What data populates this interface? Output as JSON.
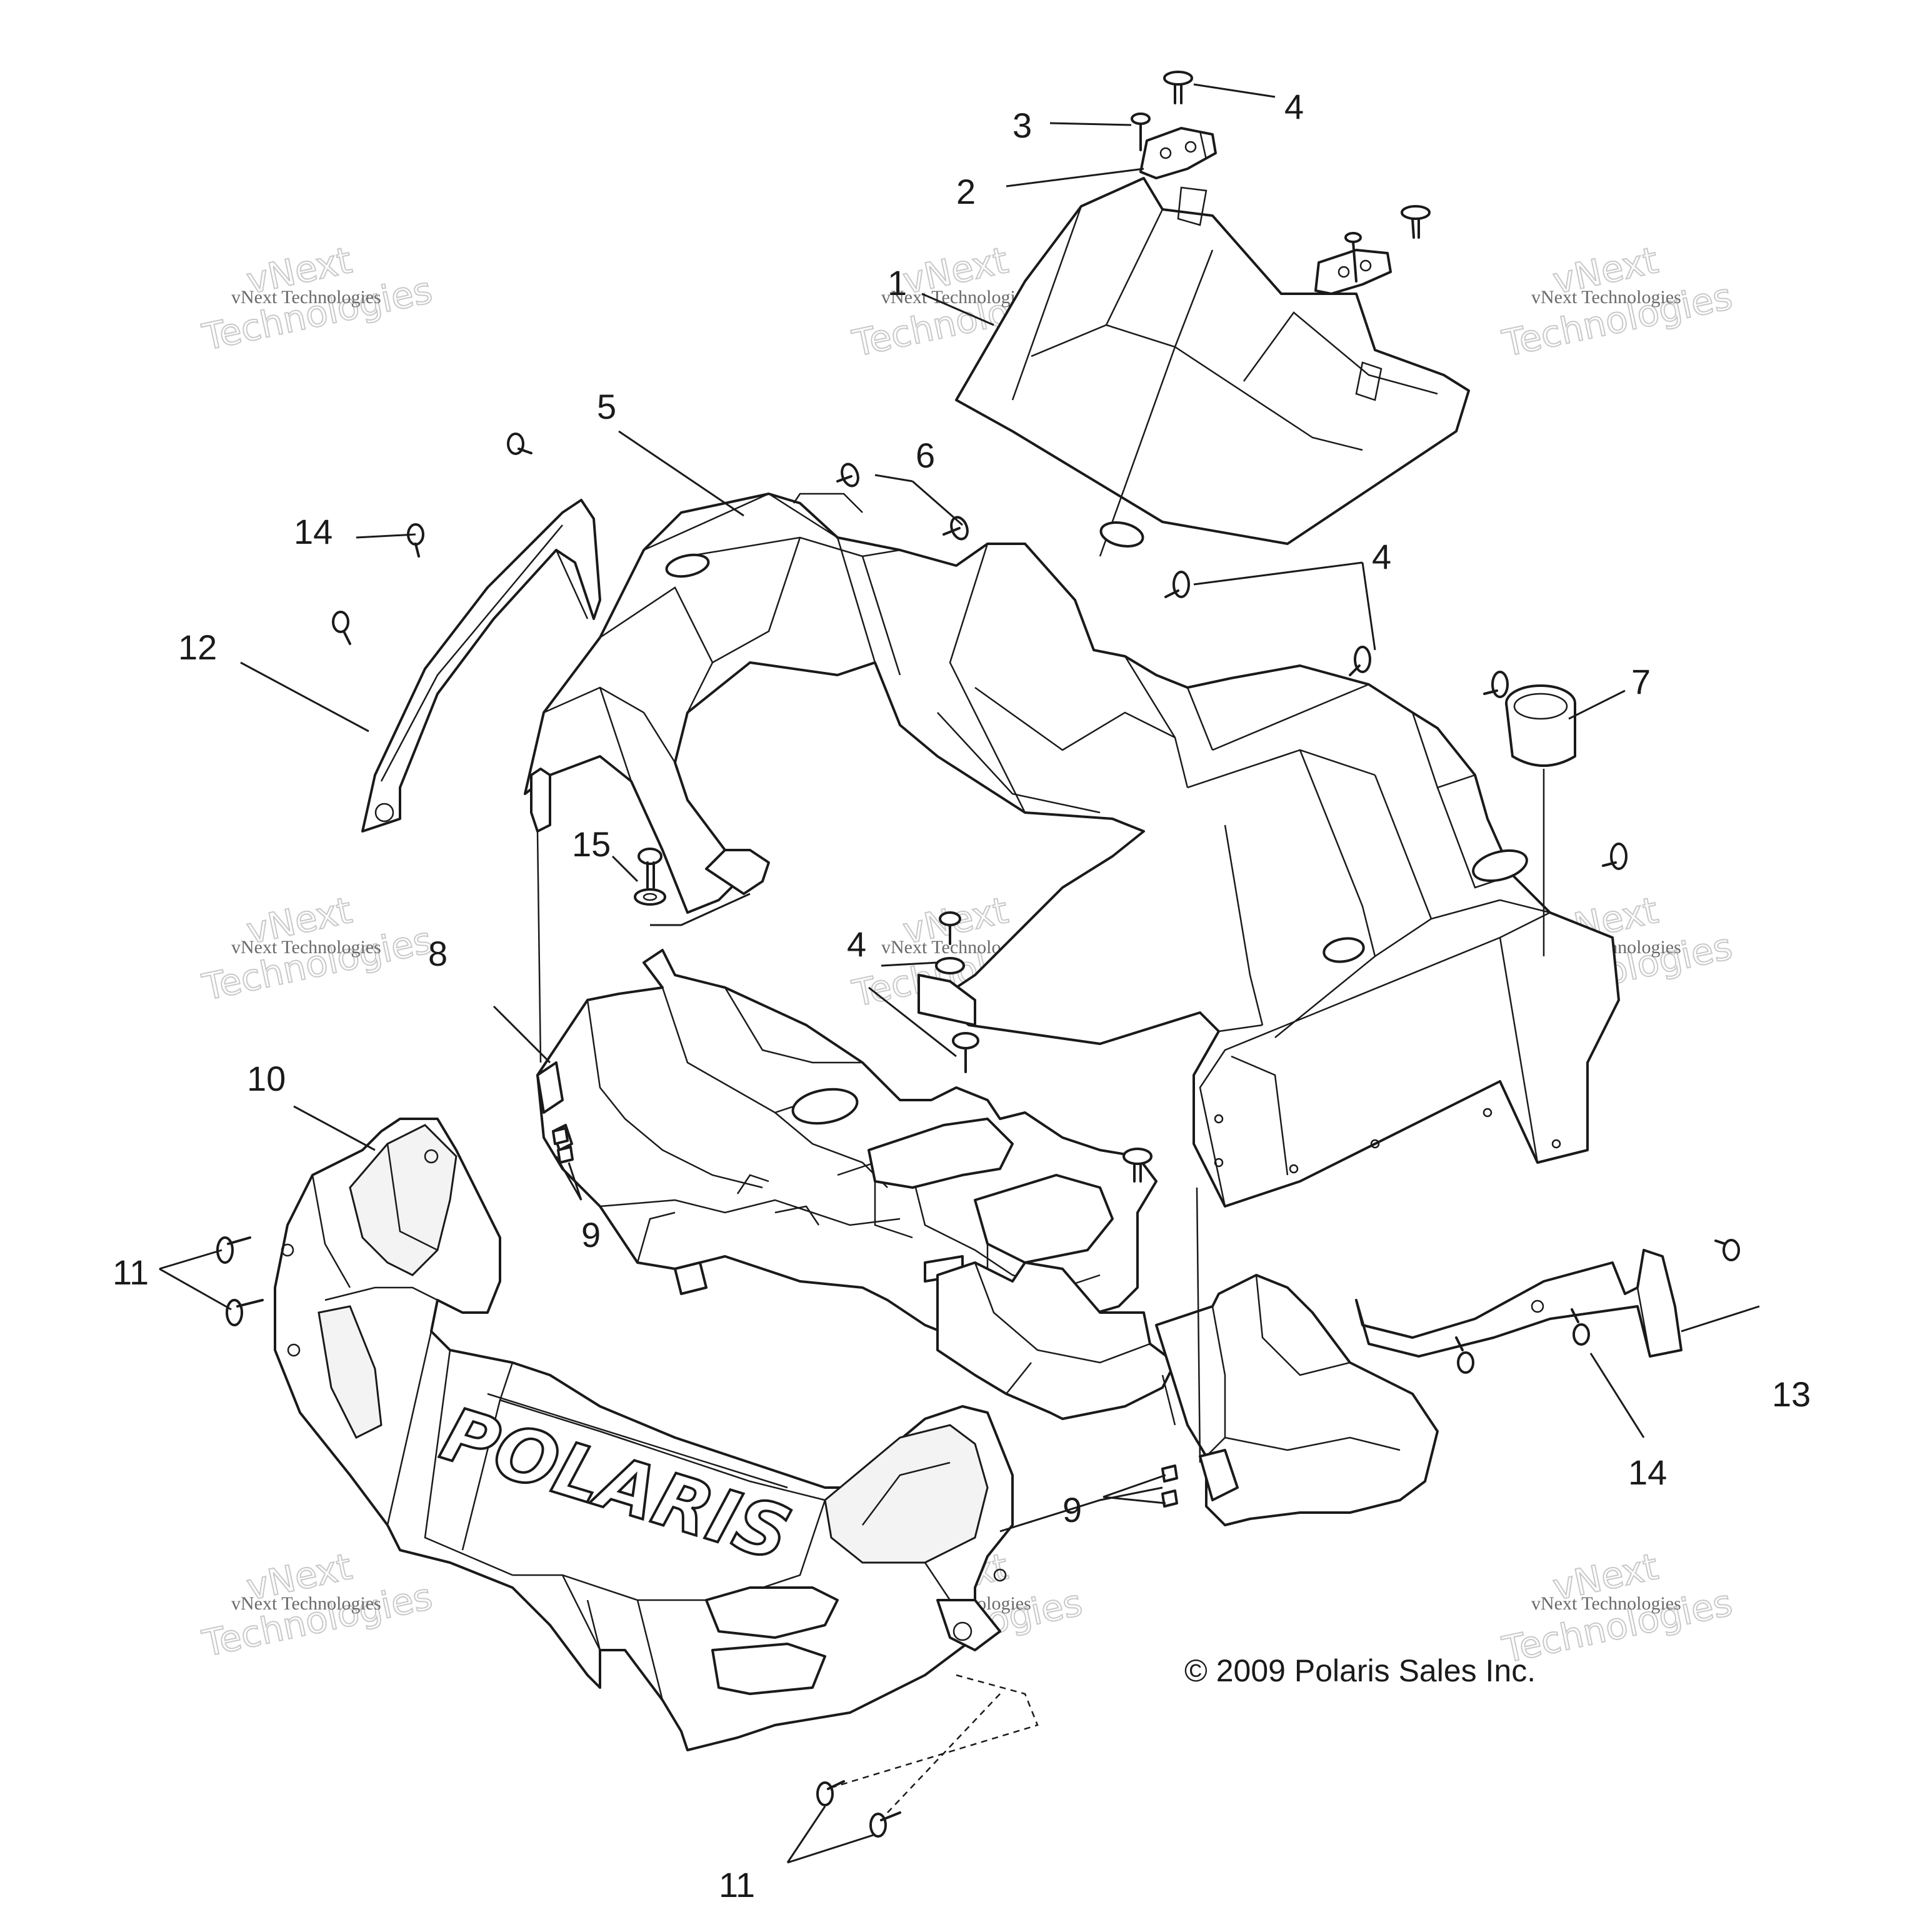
{
  "callouts": {
    "c1": "1",
    "c2": "2",
    "c3": "3",
    "c4a": "4",
    "c4b": "4",
    "c4c": "4",
    "c5": "5",
    "c6": "6",
    "c7": "7",
    "c8": "8",
    "c9a": "9",
    "c9b": "9",
    "c10": "10",
    "c11a": "11",
    "c11b": "11",
    "c12": "12",
    "c13": "13",
    "c14a": "14",
    "c14b": "14",
    "c15": "15"
  },
  "copyright": "© 2009 Polaris Sales Inc.",
  "logo": "POLARIS",
  "watermark": {
    "small": "vNext Technologies",
    "top": "vNext",
    "bottom": "Technologies"
  }
}
